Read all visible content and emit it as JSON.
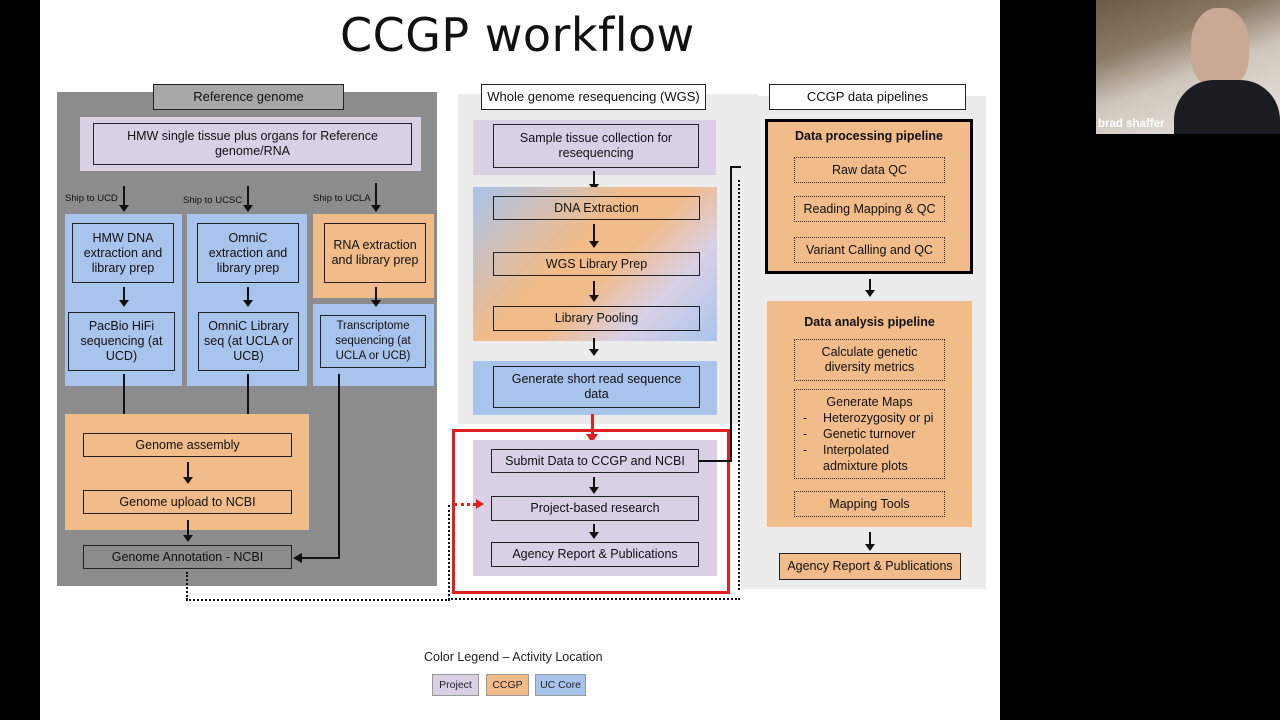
{
  "title": "CCGP workflow",
  "colors": {
    "project": "#d9d0e6",
    "ccgp": "#f1bb8a",
    "uc_core": "#a9c4ec",
    "highlight": "#e02020"
  },
  "reference": {
    "header": "Reference genome",
    "top_box": "HMW single tissue plus organs for Reference genome/RNA",
    "ship_ucd": "Ship to UCD",
    "ship_ucsc": "Ship to UCSC",
    "ship_ucla": "Ship to UCLA",
    "hmw_dna": "HMW DNA extraction and library prep",
    "omnic_extract": "OmniC extraction and library prep",
    "rna_extract": "RNA extraction and library prep",
    "pacbio": "PacBio HiFi sequencing (at UCD)",
    "omnic_lib": "OmniC Library seq (at UCLA or UCB)",
    "transcriptome": "Transcriptome sequencing (at UCLA or UCB)",
    "assembly": "Genome assembly",
    "upload": "Genome upload to NCBI",
    "annotation": "Genome Annotation - NCBI"
  },
  "wgs": {
    "header": "Whole genome resequencing (WGS)",
    "sample": "Sample tissue collection for resequencing",
    "dna": "DNA  Extraction",
    "library": "WGS Library Prep",
    "pooling": "Library Pooling",
    "short_read": "Generate short read sequence data",
    "submit": "Submit Data to CCGP and NCBI",
    "project": "Project-based research",
    "agency": "Agency Report & Publications"
  },
  "pipelines": {
    "header": "CCGP data pipelines",
    "processing_title": "Data processing pipeline",
    "raw_qc": "Raw data QC",
    "mapping_qc": "Reading Mapping & QC",
    "variant_qc": "Variant Calling and QC",
    "analysis_title": "Data analysis pipeline",
    "diversity": "Calculate genetic diversity metrics",
    "maps_title": "Generate Maps",
    "maps_items": [
      "Heterozygosity or pi",
      "Genetic turnover",
      "Interpolated admixture plots"
    ],
    "mapping_tools": "Mapping Tools",
    "agency": "Agency Report & Publications"
  },
  "legend": {
    "title": "Color Legend – Activity Location",
    "items": [
      "Project",
      "CCGP",
      "UC Core"
    ]
  },
  "webcam": {
    "name": "brad shaffer"
  }
}
